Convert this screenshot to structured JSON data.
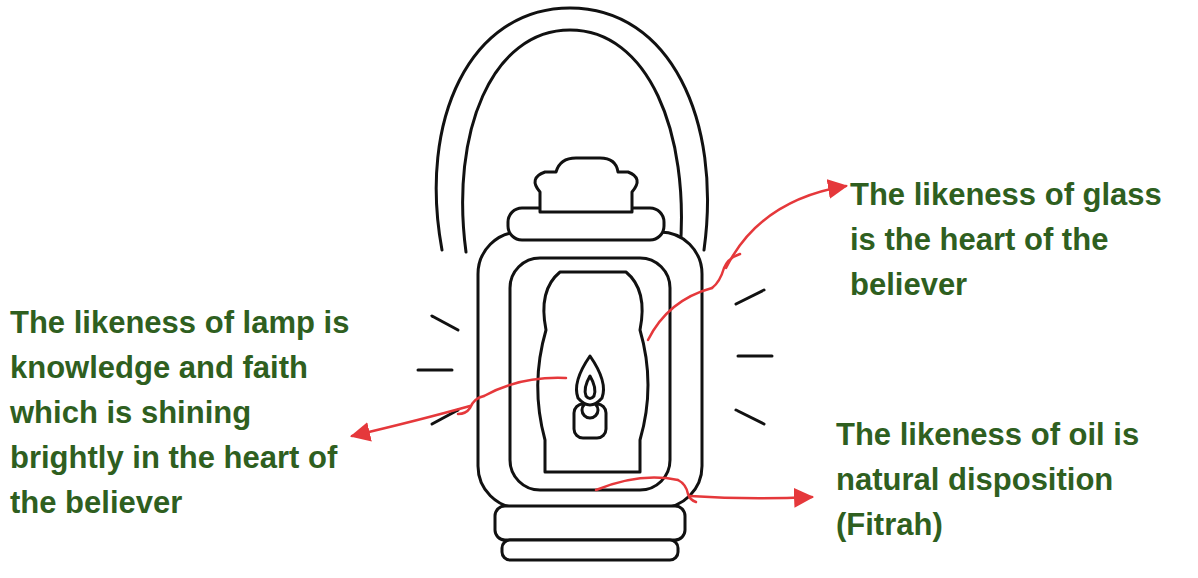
{
  "diagram": {
    "labels": [
      "The likeness of glass is the heart of the believer",
      "The likeness of lamp is knowledge and faith which is shining brightly in the heart of the believer",
      "The likeness of oil is natural disposition (Fitrah)"
    ]
  }
}
